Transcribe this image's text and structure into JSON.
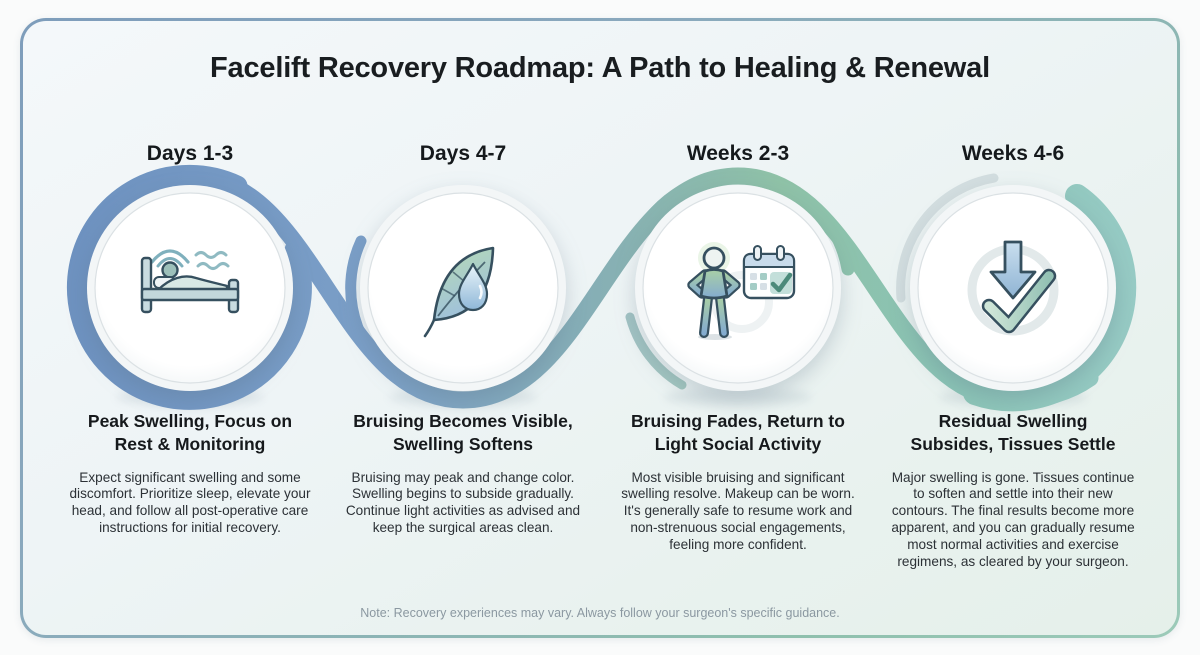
{
  "title": "Facelift Recovery Roadmap: A Path to Healing & Renewal",
  "stages": [
    {
      "period": "Days 1-3",
      "icon": "sleeping-person-in-bed-icon",
      "title": "Peak Swelling, Focus on Rest & Monitoring",
      "description": "Expect significant swelling and some discomfort. Prioritize sleep, elevate your head, and follow all post-operative care instructions for initial recovery."
    },
    {
      "period": "Days 4-7",
      "icon": "leaf-with-water-drop-icon",
      "title": "Bruising Becomes Visible, Swelling Softens",
      "description": "Bruising may peak and change color. Swelling begins to subside gradually. Continue light activities as advised and keep the surgical areas clean."
    },
    {
      "period": "Weeks 2-3",
      "icon": "person-with-calendar-check-icon",
      "title": "Bruising Fades, Return to Light Social Activity",
      "description": "Most visible bruising and significant swelling resolve. Makeup can be worn. It's generally safe to resume work and non-strenuous social engagements, feeling more confident."
    },
    {
      "period": "Weeks 4-6",
      "icon": "down-arrow-with-checkmark-icon",
      "title": "Residual Swelling Subsides, Tissues Settle",
      "description": "Major swelling is gone. Tissues continue to soften and settle into their new contours. The final results become more apparent, and you can gradually resume most normal activities and exercise regimens, as cleared by your surgeon."
    }
  ],
  "footnote": "Note: Recovery experiences may vary. Always follow your surgeon's specific guidance.",
  "colors": {
    "wave_start": "#6e92c0",
    "wave_end": "#97cbc5",
    "card_border_top": "#7e9dbb",
    "card_border_bottom": "#9ccab9",
    "card_background": "#eef4f6",
    "title_text": "#191d20",
    "body_text": "#2c3136",
    "footnote_text": "#8b98a1"
  }
}
